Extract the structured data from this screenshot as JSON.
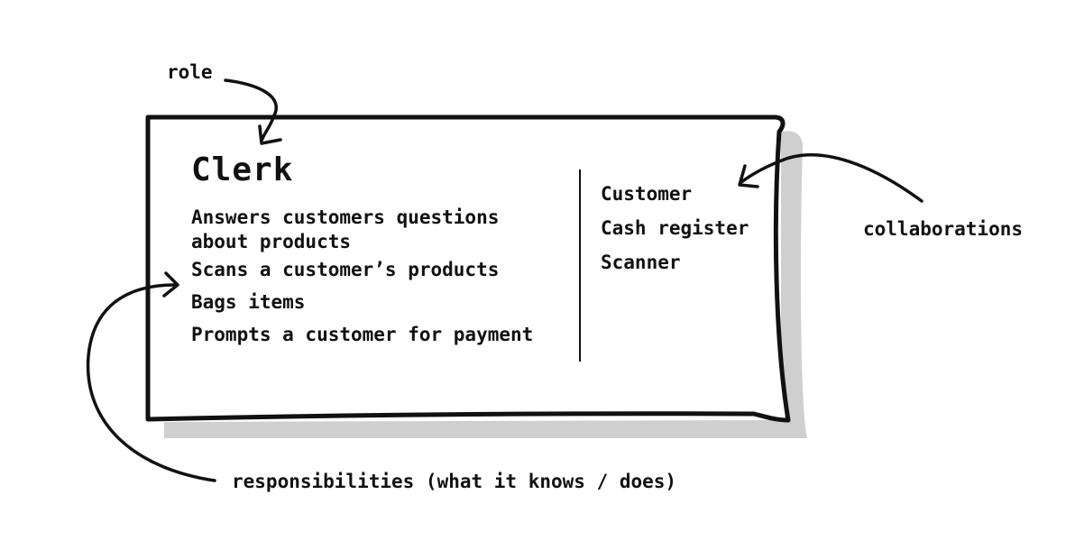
{
  "annotations": {
    "role": "role",
    "collaborations": "collaborations",
    "responsibilities": "responsibilities (what it knows / does)"
  },
  "card": {
    "title": "Clerk",
    "responsibilities": [
      "Answers customers questions\nabout products",
      "Scans a customer’s products",
      "Bags items",
      "Prompts a customer for payment"
    ],
    "collaborators": [
      "Customer",
      "Cash register",
      "Scanner"
    ]
  },
  "colors": {
    "ink": "#111111",
    "shadow": "#cfcfcf",
    "background": "#ffffff"
  }
}
